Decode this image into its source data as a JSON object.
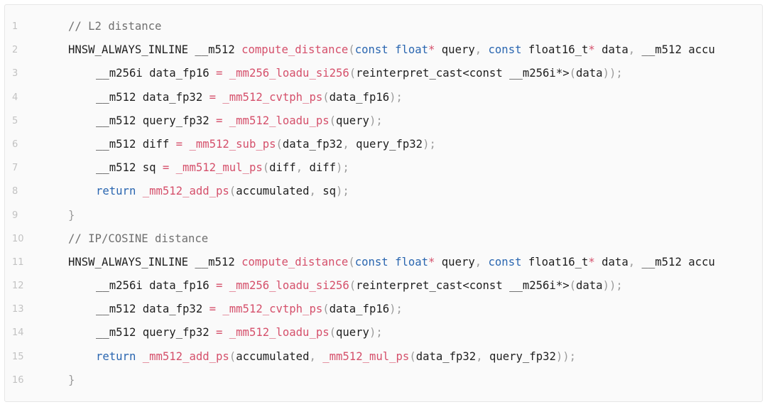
{
  "colors": {
    "plain": "#1f1f1f",
    "comment": "#707070",
    "keyword": "#2a66b0",
    "function": "#d5506b",
    "punct": "#9b9b9b",
    "operator": "#d5506b",
    "line_number": "#c2c2c2",
    "background": "#fafafa"
  },
  "lines": [
    {
      "number": "1",
      "indent": 0,
      "tokens": [
        {
          "t": "comment",
          "v": "// L2 distance"
        }
      ]
    },
    {
      "number": "2",
      "indent": 0,
      "tokens": [
        {
          "t": "plain",
          "v": "HNSW_ALWAYS_INLINE __m512 "
        },
        {
          "t": "function",
          "v": "compute_distance"
        },
        {
          "t": "punct",
          "v": "("
        },
        {
          "t": "keyword",
          "v": "const"
        },
        {
          "t": "plain",
          "v": " "
        },
        {
          "t": "keyword",
          "v": "float"
        },
        {
          "t": "operator",
          "v": "*"
        },
        {
          "t": "plain",
          "v": " query"
        },
        {
          "t": "punct",
          "v": ","
        },
        {
          "t": "plain",
          "v": " "
        },
        {
          "t": "keyword",
          "v": "const"
        },
        {
          "t": "plain",
          "v": " float16_t"
        },
        {
          "t": "operator",
          "v": "*"
        },
        {
          "t": "plain",
          "v": " data"
        },
        {
          "t": "punct",
          "v": ","
        },
        {
          "t": "plain",
          "v": " __m512 accu"
        }
      ]
    },
    {
      "number": "3",
      "indent": 1,
      "tokens": [
        {
          "t": "plain",
          "v": "__m256i data_fp16 "
        },
        {
          "t": "operator",
          "v": "="
        },
        {
          "t": "plain",
          "v": " "
        },
        {
          "t": "function",
          "v": "_mm256_loadu_si256"
        },
        {
          "t": "punct",
          "v": "("
        },
        {
          "t": "plain",
          "v": "reinterpret_cast<const __m256i*>"
        },
        {
          "t": "punct",
          "v": "("
        },
        {
          "t": "plain",
          "v": "data"
        },
        {
          "t": "punct",
          "v": "));"
        }
      ]
    },
    {
      "number": "4",
      "indent": 1,
      "tokens": [
        {
          "t": "plain",
          "v": "__m512 data_fp32 "
        },
        {
          "t": "operator",
          "v": "="
        },
        {
          "t": "plain",
          "v": " "
        },
        {
          "t": "function",
          "v": "_mm512_cvtph_ps"
        },
        {
          "t": "punct",
          "v": "("
        },
        {
          "t": "plain",
          "v": "data_fp16"
        },
        {
          "t": "punct",
          "v": ");"
        }
      ]
    },
    {
      "number": "5",
      "indent": 1,
      "tokens": [
        {
          "t": "plain",
          "v": "__m512 query_fp32 "
        },
        {
          "t": "operator",
          "v": "="
        },
        {
          "t": "plain",
          "v": " "
        },
        {
          "t": "function",
          "v": "_mm512_loadu_ps"
        },
        {
          "t": "punct",
          "v": "("
        },
        {
          "t": "plain",
          "v": "query"
        },
        {
          "t": "punct",
          "v": ");"
        }
      ]
    },
    {
      "number": "6",
      "indent": 1,
      "tokens": [
        {
          "t": "plain",
          "v": "__m512 diff "
        },
        {
          "t": "operator",
          "v": "="
        },
        {
          "t": "plain",
          "v": " "
        },
        {
          "t": "function",
          "v": "_mm512_sub_ps"
        },
        {
          "t": "punct",
          "v": "("
        },
        {
          "t": "plain",
          "v": "data_fp32"
        },
        {
          "t": "punct",
          "v": ","
        },
        {
          "t": "plain",
          "v": " query_fp32"
        },
        {
          "t": "punct",
          "v": ");"
        }
      ]
    },
    {
      "number": "7",
      "indent": 1,
      "tokens": [
        {
          "t": "plain",
          "v": "__m512 sq "
        },
        {
          "t": "operator",
          "v": "="
        },
        {
          "t": "plain",
          "v": " "
        },
        {
          "t": "function",
          "v": "_mm512_mul_ps"
        },
        {
          "t": "punct",
          "v": "("
        },
        {
          "t": "plain",
          "v": "diff"
        },
        {
          "t": "punct",
          "v": ","
        },
        {
          "t": "plain",
          "v": " diff"
        },
        {
          "t": "punct",
          "v": ");"
        }
      ]
    },
    {
      "number": "8",
      "indent": 1,
      "tokens": [
        {
          "t": "keyword",
          "v": "return"
        },
        {
          "t": "plain",
          "v": " "
        },
        {
          "t": "function",
          "v": "_mm512_add_ps"
        },
        {
          "t": "punct",
          "v": "("
        },
        {
          "t": "plain",
          "v": "accumulated"
        },
        {
          "t": "punct",
          "v": ","
        },
        {
          "t": "plain",
          "v": " sq"
        },
        {
          "t": "punct",
          "v": ");"
        }
      ]
    },
    {
      "number": "9",
      "indent": 0,
      "tokens": [
        {
          "t": "punct",
          "v": "}"
        }
      ]
    },
    {
      "number": "10",
      "indent": 0,
      "tokens": [
        {
          "t": "comment",
          "v": "// IP/COSINE distance"
        }
      ]
    },
    {
      "number": "11",
      "indent": 0,
      "tokens": [
        {
          "t": "plain",
          "v": "HNSW_ALWAYS_INLINE __m512 "
        },
        {
          "t": "function",
          "v": "compute_distance"
        },
        {
          "t": "punct",
          "v": "("
        },
        {
          "t": "keyword",
          "v": "const"
        },
        {
          "t": "plain",
          "v": " "
        },
        {
          "t": "keyword",
          "v": "float"
        },
        {
          "t": "operator",
          "v": "*"
        },
        {
          "t": "plain",
          "v": " query"
        },
        {
          "t": "punct",
          "v": ","
        },
        {
          "t": "plain",
          "v": " "
        },
        {
          "t": "keyword",
          "v": "const"
        },
        {
          "t": "plain",
          "v": " float16_t"
        },
        {
          "t": "operator",
          "v": "*"
        },
        {
          "t": "plain",
          "v": " data"
        },
        {
          "t": "punct",
          "v": ","
        },
        {
          "t": "plain",
          "v": " __m512 accu"
        }
      ]
    },
    {
      "number": "12",
      "indent": 1,
      "tokens": [
        {
          "t": "plain",
          "v": "__m256i data_fp16 "
        },
        {
          "t": "operator",
          "v": "="
        },
        {
          "t": "plain",
          "v": " "
        },
        {
          "t": "function",
          "v": "_mm256_loadu_si256"
        },
        {
          "t": "punct",
          "v": "("
        },
        {
          "t": "plain",
          "v": "reinterpret_cast<const __m256i*>"
        },
        {
          "t": "punct",
          "v": "("
        },
        {
          "t": "plain",
          "v": "data"
        },
        {
          "t": "punct",
          "v": "));"
        }
      ]
    },
    {
      "number": "13",
      "indent": 1,
      "tokens": [
        {
          "t": "plain",
          "v": "__m512 data_fp32 "
        },
        {
          "t": "operator",
          "v": "="
        },
        {
          "t": "plain",
          "v": " "
        },
        {
          "t": "function",
          "v": "_mm512_cvtph_ps"
        },
        {
          "t": "punct",
          "v": "("
        },
        {
          "t": "plain",
          "v": "data_fp16"
        },
        {
          "t": "punct",
          "v": ");"
        }
      ]
    },
    {
      "number": "14",
      "indent": 1,
      "tokens": [
        {
          "t": "plain",
          "v": "__m512 query_fp32 "
        },
        {
          "t": "operator",
          "v": "="
        },
        {
          "t": "plain",
          "v": " "
        },
        {
          "t": "function",
          "v": "_mm512_loadu_ps"
        },
        {
          "t": "punct",
          "v": "("
        },
        {
          "t": "plain",
          "v": "query"
        },
        {
          "t": "punct",
          "v": ");"
        }
      ]
    },
    {
      "number": "15",
      "indent": 1,
      "tokens": [
        {
          "t": "keyword",
          "v": "return"
        },
        {
          "t": "plain",
          "v": " "
        },
        {
          "t": "function",
          "v": "_mm512_add_ps"
        },
        {
          "t": "punct",
          "v": "("
        },
        {
          "t": "plain",
          "v": "accumulated"
        },
        {
          "t": "punct",
          "v": ","
        },
        {
          "t": "plain",
          "v": " "
        },
        {
          "t": "function",
          "v": "_mm512_mul_ps"
        },
        {
          "t": "punct",
          "v": "("
        },
        {
          "t": "plain",
          "v": "data_fp32"
        },
        {
          "t": "punct",
          "v": ","
        },
        {
          "t": "plain",
          "v": " query_fp32"
        },
        {
          "t": "punct",
          "v": "));"
        }
      ]
    },
    {
      "number": "16",
      "indent": 0,
      "tokens": [
        {
          "t": "punct",
          "v": "}"
        }
      ]
    }
  ]
}
